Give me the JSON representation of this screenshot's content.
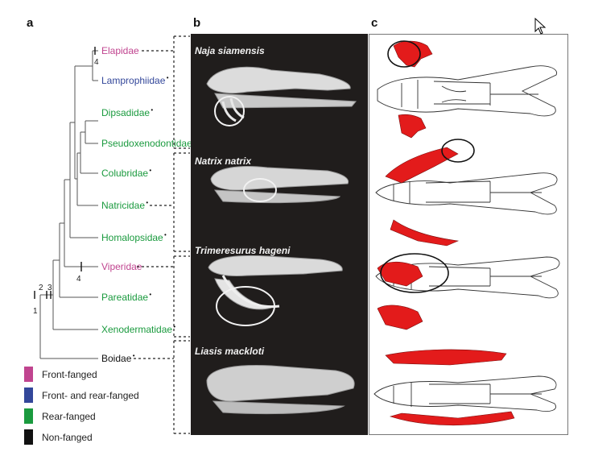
{
  "panels": {
    "a": "a",
    "b": "b",
    "c": "c"
  },
  "colors": {
    "front_fanged": "#c0448f",
    "front_and_rear_fanged": "#33479a",
    "rear_fanged": "#1a9a3e",
    "non_fanged": "#111111",
    "venom_red": "#e31b1b",
    "photo_bg": "#201d1c"
  },
  "families": [
    {
      "name": "Elapidae",
      "class": "front_fanged"
    },
    {
      "name": "Lamprophiidae",
      "class": "front_and_rear_fanged",
      "marker": "•"
    },
    {
      "name": "Dipsadidae",
      "class": "rear_fanged",
      "marker": "•"
    },
    {
      "name": "Pseudoxenodontidae",
      "class": "rear_fanged"
    },
    {
      "name": "Colubridae",
      "class": "rear_fanged",
      "marker": "•"
    },
    {
      "name": "Natricidae",
      "class": "rear_fanged",
      "marker": "•"
    },
    {
      "name": "Homalopsidae",
      "class": "rear_fanged",
      "marker": "•"
    },
    {
      "name": "Viperidae",
      "class": "front_fanged"
    },
    {
      "name": "Pareatidae",
      "class": "rear_fanged",
      "marker": "•"
    },
    {
      "name": "Xenodermatidae",
      "class": "rear_fanged",
      "marker": "•"
    },
    {
      "name": "Boidae",
      "class": "non_fanged",
      "marker": "•"
    }
  ],
  "node_labels": [
    "4",
    "4",
    "2",
    "3",
    "1"
  ],
  "legend": [
    {
      "label": "Front-fanged",
      "color_key": "front_fanged"
    },
    {
      "label": "Front- and rear-fanged",
      "color_key": "front_and_rear_fanged"
    },
    {
      "label": "Rear-fanged",
      "color_key": "rear_fanged"
    },
    {
      "label": "Non-fanged",
      "color_key": "non_fanged"
    }
  ],
  "species": [
    {
      "name": "Naja siamensis"
    },
    {
      "name": "Natrix natrix"
    },
    {
      "name": "Trimeresurus hageni"
    },
    {
      "name": "Liasis mackloti"
    }
  ]
}
